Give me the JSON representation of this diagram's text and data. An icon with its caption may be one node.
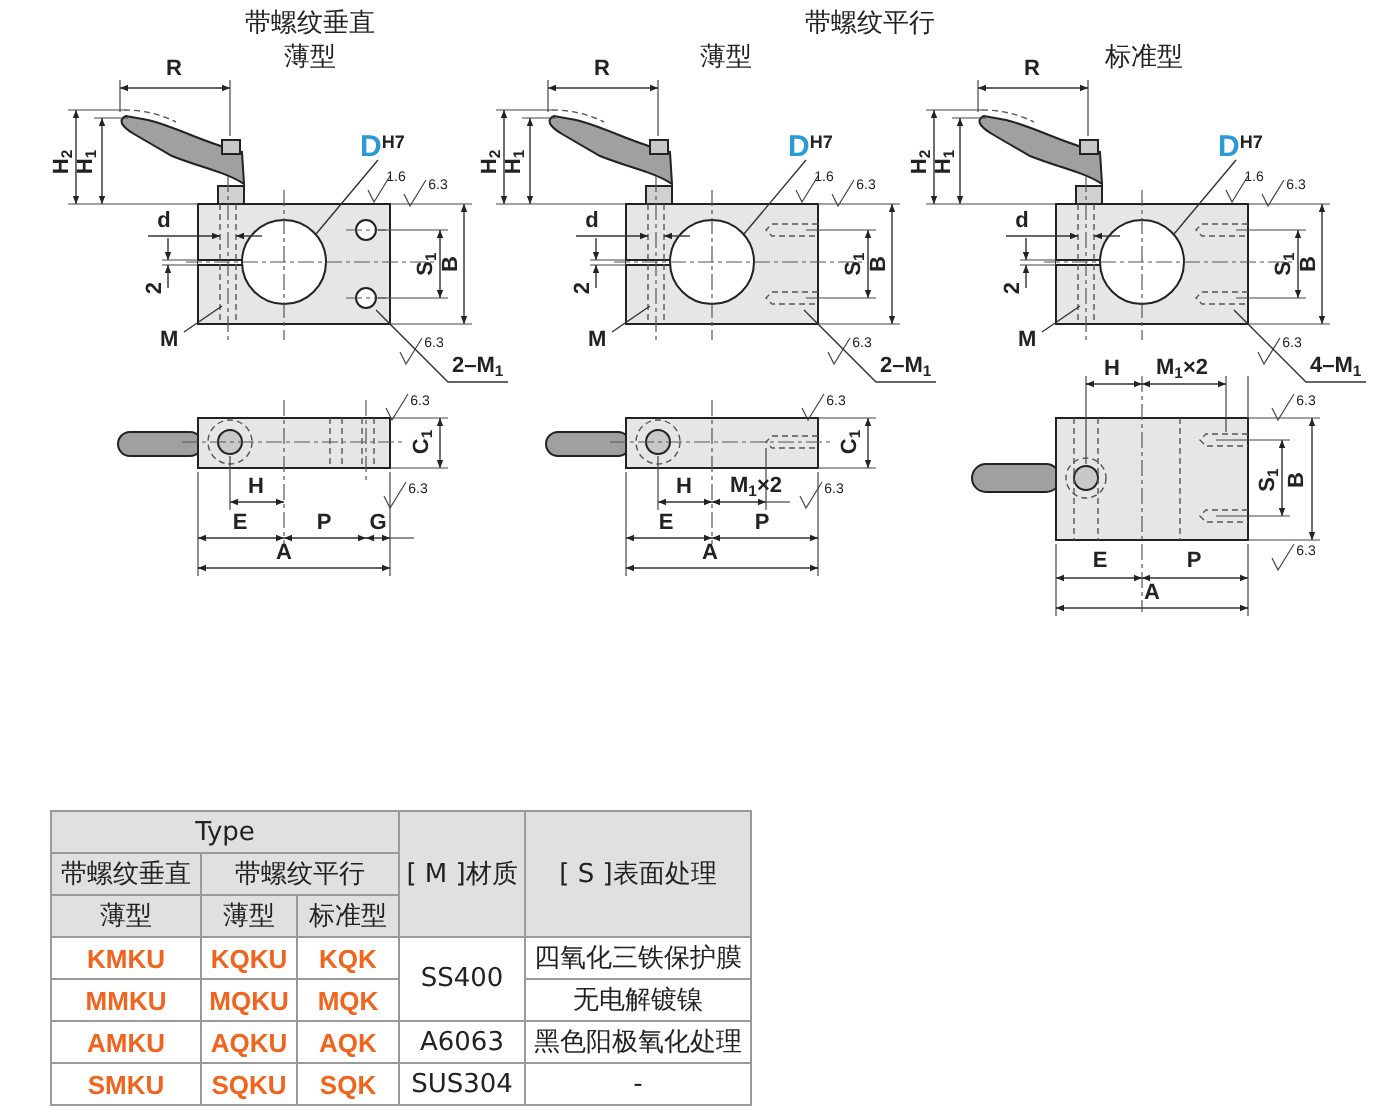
{
  "diagram": {
    "nodes": [
      {
        "text": [
          "D$^{H7}$"
        ]
      },
      {
        "text": [
          "M"
        ]
      },
      {
        "text": [
          "2–M$_{1}$"
        ]
      },
      {
        "text": [
          "D$^{H7}$"
        ]
      },
      {
        "text": [
          "M"
        ]
      },
      {
        "text": [
          "2–M$_{1}$"
        ]
      },
      {
        "text": [
          "D$^{H7}$"
        ]
      },
      {
        "text": [
          "M"
        ]
      },
      {
        "text": [
          "4–M$_{1}$"
        ]
      }
    ],
    "edges": [
      {
        "from": 0,
        "to": null,
        "arrow": "none"
      },
      {
        "from": 1,
        "to": null,
        "arrow": "none"
      },
      {
        "from": 2,
        "to": null,
        "arrow": "none"
      },
      {
        "from": 3,
        "to": null,
        "arrow": "none"
      },
      {
        "from": 4,
        "to": null,
        "arrow": "none"
      },
      {
        "from": 5,
        "to": null,
        "arrow": "none"
      },
      {
        "from": 6,
        "to": null,
        "arrow": "none"
      },
      {
        "from": 7,
        "to": null,
        "arrow": "none"
      },
      {
        "from": 8,
        "to": null,
        "arrow": "none"
      }
    ],
    "labels": [
      "带螺纹垂直",
      "带螺纹平行",
      "薄型",
      "薄型",
      "标准型",
      "R",
      "H$_{2}$",
      "H$_{1}$",
      "1.6",
      "6.3",
      "d",
      "2",
      "S$_{1}$",
      "B",
      "6.3",
      "6.3",
      "C$_{1}$",
      "6.3",
      "H",
      "E",
      "P",
      "G",
      "A",
      "R",
      "H$_{2}$",
      "H$_{1}$",
      "1.6",
      "6.3",
      "d",
      "2",
      "S$_{1}$",
      "B",
      "6.3",
      "6.3",
      "C$_{1}$",
      "6.3",
      "H",
      "M$_{1}$×2",
      "E",
      "P",
      "A",
      "R",
      "H$_{2}$",
      "H$_{1}$",
      "1.6",
      "6.3",
      "d",
      "2",
      "S$_{1}$",
      "B",
      "6.3",
      "H",
      "M$_{1}$×2",
      "6.3",
      "S$_{1}$",
      "B",
      "6.3",
      "E",
      "P",
      "A",
      "Type",
      "带螺纹垂直",
      "带螺纹平行",
      "[ M ]材质",
      "[ S ]表面处理",
      "薄型",
      "薄型",
      "标准型",
      "KMKU",
      "KQKU",
      "KQK",
      "SS400",
      "四氧化三铁保护膜",
      "MMKU",
      "MQKU",
      "MQK",
      "无电解镀镍",
      "AMKU",
      "AQKU",
      "AQK",
      "A6063",
      "黑色阳极氧化处理",
      "SMKU",
      "SQKU",
      "SQK",
      "SUS304",
      "-"
    ]
  }
}
